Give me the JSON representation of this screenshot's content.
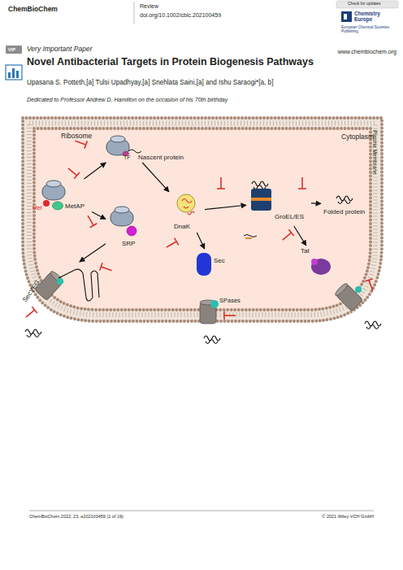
{
  "diagram": {
    "title": "Novel Antibacterial Targets in Protein Biogenesis Pathways",
    "nodes": [
      {
        "text": [
          "Ribosome",
          "TF",
          "Nascent protein"
        ]
      },
      {
        "text": [
          "Met",
          "MetAP"
        ]
      },
      {
        "text": [
          "SRP"
        ]
      },
      {
        "text": [
          "DnaK"
        ]
      },
      {
        "text": [
          "GroEL/ES"
        ]
      },
      {
        "text": [
          "Folded protein"
        ]
      },
      {
        "text": [
          "SecYEG"
        ]
      },
      {
        "text": [
          "Sec"
        ]
      },
      {
        "text": [
          "SPases"
        ]
      },
      {
        "text": [
          "Tat"
        ]
      }
    ],
    "edges": [
      {
        "from": 1,
        "to": 0,
        "arrow": "to"
      },
      {
        "from": 1,
        "to": 2,
        "arrow": "to"
      },
      {
        "from": 0,
        "to": 3,
        "arrow": "to"
      },
      {
        "from": 3,
        "to": 4,
        "arrow": "to"
      },
      {
        "from": 4,
        "to": 5,
        "arrow": "to"
      },
      {
        "from": 3,
        "to": 7,
        "arrow": "to"
      },
      {
        "from": 2,
        "to": 6,
        "arrow": "to"
      },
      {
        "from": 4,
        "to": 9,
        "arrow": "to"
      }
    ],
    "labels": [
      "ChemBioChem",
      "Review",
      "doi.org/10.1002/cbic.202100459",
      "Check for updates",
      "Chemistry Europe",
      "European Chemical Societies Publishing",
      "www.chembiochem.org",
      "VIP",
      "Very Important Paper",
      "Upasana S. Potteth,[a] Tulsi Upadhyay,[a] Snehlata Saini,[a] and Ishu Saraogi*[a, b]",
      "Dedicated to Professor Andrew D. Hamilton on the occasion of his 70th birthday",
      "Cytoplasm",
      "Plasma Membrane",
      "ChemBioChem 2022, 23, e202100459 (1 of 19)",
      "© 2021 Wiley-VCH GmbH"
    ]
  }
}
